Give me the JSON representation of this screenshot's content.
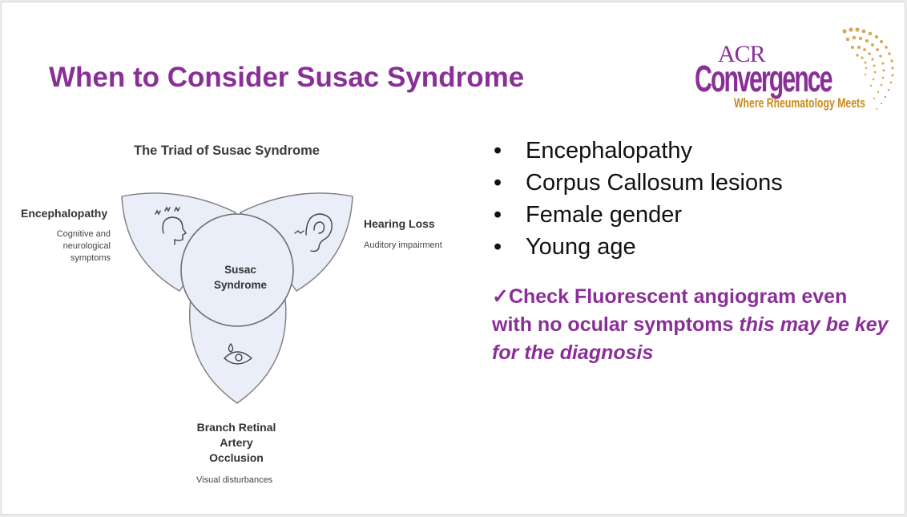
{
  "slide": {
    "title": "When to Consider Susac Syndrome"
  },
  "logo": {
    "acr": "ACR",
    "main": "Convergence",
    "tagline": "Where Rheumatology Meets"
  },
  "diagram": {
    "title": "The Triad of Susac Syndrome",
    "center_line1": "Susac",
    "center_line2": "Syndrome",
    "encephalopathy": {
      "heading": "Encephalopathy",
      "desc1": "Cognitive and",
      "desc2": "neurological",
      "desc3": "symptoms",
      "icon": "head-thinking-icon"
    },
    "hearing": {
      "heading": "Hearing Loss",
      "desc": "Auditory impairment",
      "icon": "ear-icon"
    },
    "brao": {
      "heading1": "Branch Retinal",
      "heading2": "Artery",
      "heading3": "Occlusion",
      "desc": "Visual disturbances",
      "icon": "eye-drop-icon"
    }
  },
  "bullets": [
    "Encephalopathy",
    "Corpus Callosum lesions",
    "Female gender",
    "Young age"
  ],
  "note": {
    "check_mark": "✓",
    "part1": "Check  Fluorescent angiogram even with no ocular  symptoms ",
    "part2_italic": "this may be key for  the diagnosis"
  },
  "colors": {
    "accent": "#8a2f98",
    "logo_gold": "#c98a1e",
    "petal_fill": "#e9eef8",
    "petal_stroke": "#7b7b7b"
  }
}
